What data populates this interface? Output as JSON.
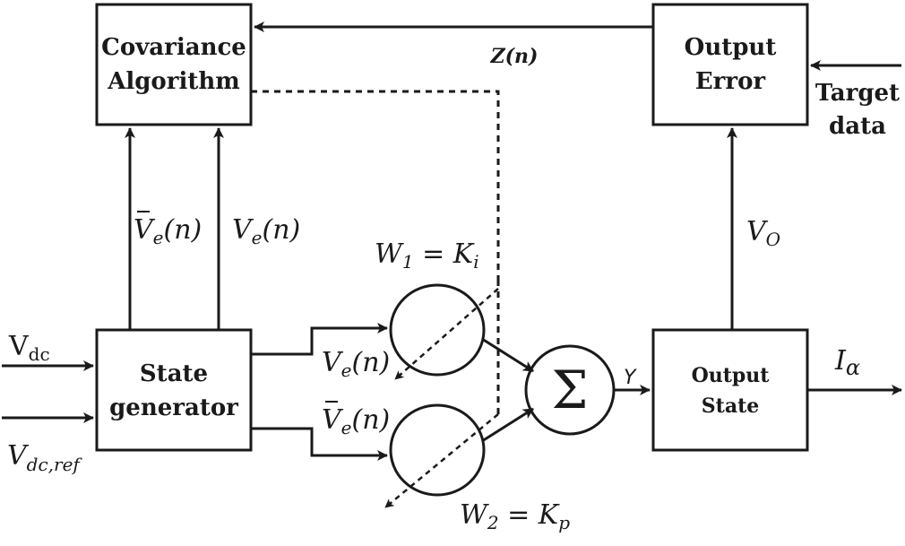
{
  "blocks": {
    "covariance": {
      "line1": "Covariance",
      "line2": "Algorithm"
    },
    "output_error": {
      "line1": "Output",
      "line2": "Error"
    },
    "state_generator": {
      "line1": "State",
      "line2": "generator"
    },
    "output_state": {
      "line1": "Output",
      "line2": "State"
    }
  },
  "labels": {
    "z_signal": "Z(n)",
    "target_line1": "Target",
    "target_line2": "data",
    "vdc_base": "V",
    "vdc_sub": "dc",
    "vdcref_base": "V",
    "vdcref_sub": "dc,ref",
    "vebar_left_base": "V",
    "vebar_left_sub": "e",
    "vebar_left_arg": "(n)",
    "ve_right_base": "V",
    "ve_right_sub": "e",
    "ve_right_arg": "(n)",
    "ve_mid_base": "V",
    "ve_mid_sub": "e",
    "ve_mid_arg": "(n)",
    "vebar_mid_base": "V",
    "vebar_mid_sub": "e",
    "vebar_mid_arg": "(n)",
    "vo_base": "V",
    "vo_sub": "O",
    "w1_base": "W",
    "w1_sub": "1",
    "w1_eq": " = K",
    "w1_k_sub": "i",
    "w2_base": "W",
    "w2_sub": "2",
    "w2_eq": " = K",
    "w2_k_sub": "p",
    "sigma": "Σ",
    "y": "Y",
    "i_alpha_base": "I",
    "i_alpha_sub": "α"
  }
}
